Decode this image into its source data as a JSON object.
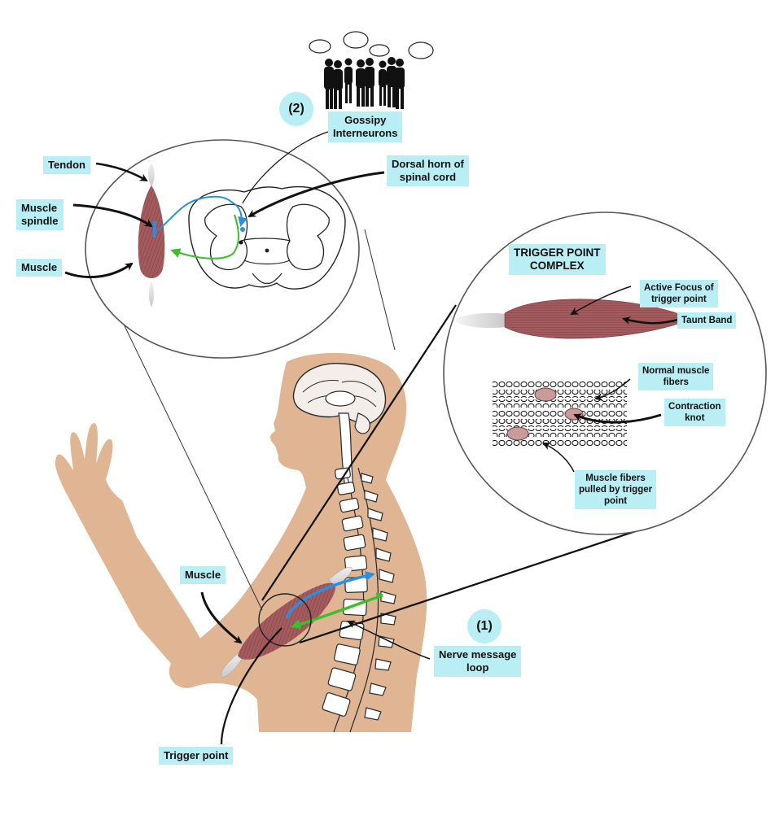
{
  "labels": {
    "gossipy": [
      "Gossipy",
      "Interneurons"
    ],
    "tendon": "Tendon",
    "muscle_spindle": [
      "Muscle",
      "spindle"
    ],
    "muscle_top": "Muscle",
    "dorsal_horn": [
      "Dorsal horn of",
      "spinal cord"
    ],
    "trigger_complex": [
      "TRIGGER POINT",
      "COMPLEX"
    ],
    "active_focus": [
      "Active Focus of",
      "trigger point"
    ],
    "taunt_band": "Taunt Band",
    "normal_fibers": [
      "Normal muscle",
      "fibers"
    ],
    "contraction_knot": [
      "Contraction",
      "knot"
    ],
    "pulled_fibers": [
      "Muscle fibers",
      "pulled by trigger",
      "point"
    ],
    "muscle_bottom": "Muscle",
    "nerve_loop": [
      "Nerve message",
      "loop"
    ],
    "trigger_point": "Trigger point"
  },
  "step_markers": {
    "one": "(1)",
    "two": "(2)"
  },
  "colors": {
    "label_bg": "#b8eef4",
    "skin": "#dfb593",
    "muscle": "#9a5659",
    "sensory_path": "#2a8fe0",
    "motor_path": "#3bbf2a",
    "arrow": "#111111"
  }
}
